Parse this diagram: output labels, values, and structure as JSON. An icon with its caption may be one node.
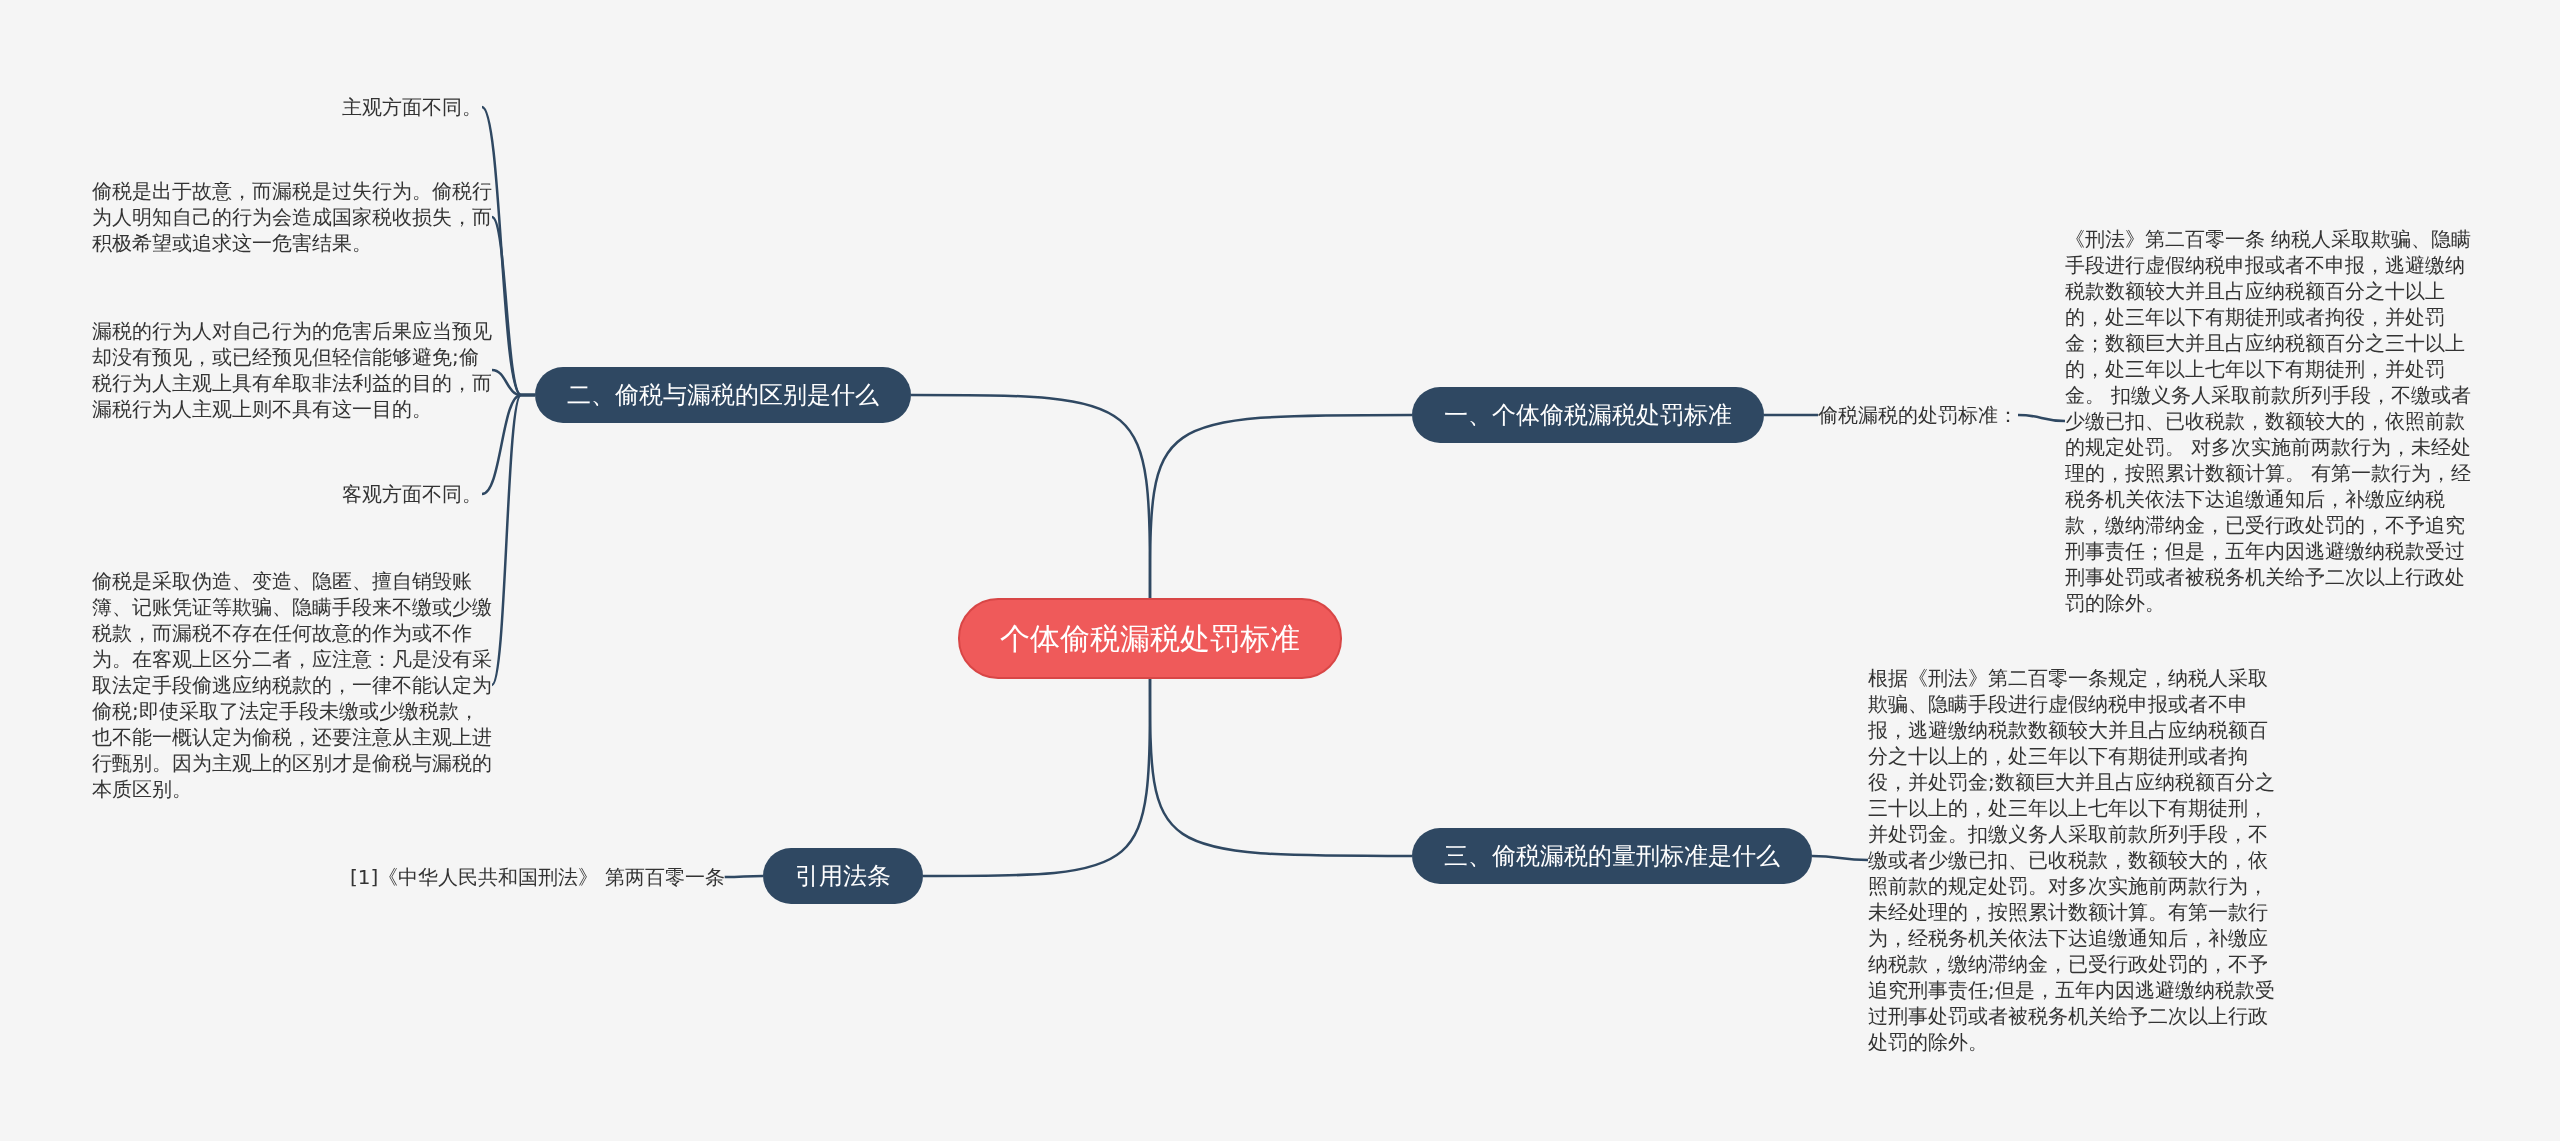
{
  "diagram": {
    "nodes": [
      {
        "text": [
          "个体偷税漏税处罚标准"
        ]
      },
      {
        "text": [
          "一、个体偷税漏税处罚标准"
        ]
      },
      {
        "text": [
          "偷税漏税的处罚标准："
        ]
      },
      {
        "text": [
          "《刑法》第二百零一条 纳税人采取欺骗、隐瞒手段进行虚假纳税申报或者不申报，逃避缴纳税款数额较大并且占应纳税额百分之十以上的，处三年以下有期徒刑或者拘役，并处罚金；数额巨大并且占应纳税额百分之三十以上的，处三年以上七年以下有期徒刑，并处罚金。 扣缴义务人采取前款所列手段，不缴或者少缴已扣、已收税款，数额较大的，依照前款的规定处罚。 对多次实施前两款行为，未经处理的，按照累计数额计算。 有第一款行为，经税务机关依法下达追缴通知后，补缴应纳税款，缴纳滞纳金，已受行政处罚的，不予追究刑事责任；但是，五年内因逃避缴纳税款受过刑事处罚或者被税务机关给予二次以上行政处罚的除外。"
        ]
      },
      {
        "text": [
          "二、偷税与漏税的区别是什么"
        ]
      },
      {
        "text": [
          "主观方面不同。"
        ]
      },
      {
        "text": [
          "偷税是出于故意，而漏税是过失行为。偷税行为人明知自己的行为会造成国家税收损失，而积极希望或追求这一危害结果。"
        ]
      },
      {
        "text": [
          "漏税的行为人对自己行为的危害后果应当预见却没有预见，或已经预见但轻信能够避免;偷税行为人主观上具有牟取非法利益的目的，而漏税行为人主观上则不具有这一目的。"
        ]
      },
      {
        "text": [
          "客观方面不同。"
        ]
      },
      {
        "text": [
          "偷税是采取伪造、变造、隐匿、擅自销毁账簿、记账凭证等欺骗、隐瞒手段来不缴或少缴税款，而漏税不存在任何故意的作为或不作为。在客观上区分二者，应注意：凡是没有采取法定手段偷逃应纳税款的，一律不能认定为偷税;即使采取了法定手段未缴或少缴税款，也不能一概认定为偷税，还要注意从主观上进行甄别。因为主观上的区别才是偷税与漏税的本质区别。"
        ]
      },
      {
        "text": [
          "三、偷税漏税的量刑标准是什么"
        ]
      },
      {
        "text": [
          "根据《刑法》第二百零一条规定，纳税人采取欺骗、隐瞒手段进行虚假纳税申报或者不申报，逃避缴纳税款数额较大并且占应纳税额百分之十以上的，处三年以下有期徒刑或者拘役，并处罚金;数额巨大并且占应纳税额百分之三十以上的，处三年以上七年以下有期徒刑，并处罚金。扣缴义务人采取前款所列手段，不缴或者少缴已扣、已收税款，数额较大的，依照前款的规定处罚。对多次实施前两款行为，未经处理的，按照累计数额计算。有第一款行为，经税务机关依法下达追缴通知后，补缴应纳税款，缴纳滞纳金，已受行政处罚的，不予追究刑事责任;但是，五年内因逃避缴纳税款受过刑事处罚或者被税务机关给予二次以上行政处罚的除外。"
        ]
      },
      {
        "text": [
          "引用法条"
        ]
      },
      {
        "text": [
          "[1]《中华人民共和国刑法》 第两百零一条"
        ]
      }
    ],
    "edges": [
      {
        "from": 0,
        "to": 1,
        "arrow": "none"
      },
      {
        "from": 1,
        "to": 2,
        "arrow": "none"
      },
      {
        "from": 2,
        "to": 3,
        "arrow": "none"
      },
      {
        "from": 0,
        "to": 4,
        "arrow": "none"
      },
      {
        "from": 4,
        "to": 5,
        "arrow": "none"
      },
      {
        "from": 4,
        "to": 6,
        "arrow": "none"
      },
      {
        "from": 4,
        "to": 7,
        "arrow": "none"
      },
      {
        "from": 4,
        "to": 8,
        "arrow": "none"
      },
      {
        "from": 4,
        "to": 9,
        "arrow": "none"
      },
      {
        "from": 0,
        "to": 10,
        "arrow": "none"
      },
      {
        "from": 10,
        "to": 11,
        "arrow": "none"
      },
      {
        "from": 0,
        "to": 12,
        "arrow": "none"
      },
      {
        "from": 12,
        "to": 13,
        "arrow": "none"
      }
    ]
  }
}
